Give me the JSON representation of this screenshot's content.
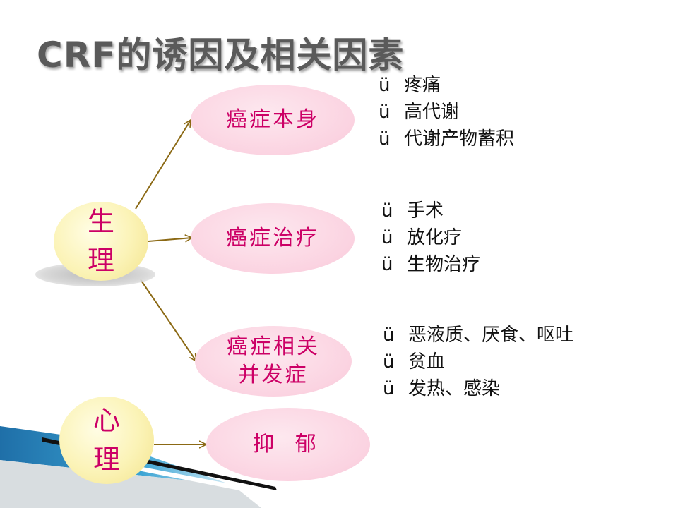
{
  "title": "CRF的诱因及相关因素",
  "bullet_mark": "ü",
  "colors": {
    "title": "#5a5a5a",
    "node_text": "#cc0066",
    "arrow": "#8b6914",
    "circle_fill": "#fbf3b6",
    "ellipse_fill": "#fbd3e1",
    "corner_stripe": "#2b8fc0"
  },
  "nodes": {
    "physiological": {
      "line1": "生",
      "line2": "理"
    },
    "psychological": {
      "line1": "心",
      "line2": "理"
    }
  },
  "factors": {
    "cancer_itself": {
      "label": "癌症本身",
      "items": [
        "疼痛",
        "高代谢",
        "代谢产物蓄积"
      ]
    },
    "cancer_treatment": {
      "label": "癌症治疗",
      "items": [
        "手术",
        "放化疗",
        "生物治疗"
      ]
    },
    "cancer_complications": {
      "line1": "癌症相关",
      "line2": "并发症",
      "items": [
        "恶液质、厌食、呕吐",
        "贫血",
        "发热、感染"
      ]
    },
    "depression": {
      "label": "抑 郁"
    }
  }
}
